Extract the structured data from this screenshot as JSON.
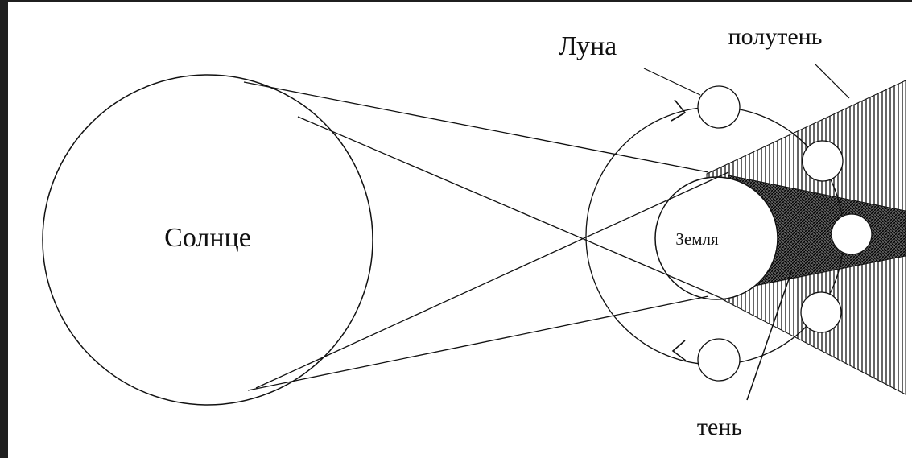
{
  "diagram": {
    "labels": {
      "sun": "Солнце",
      "earth": "Земля",
      "moon": "Луна",
      "penumbra": "полутень",
      "umbra": "тень"
    }
  },
  "colors": {
    "ink": "#111111",
    "background": "#ffffff",
    "frame": "#1f1f1f"
  }
}
